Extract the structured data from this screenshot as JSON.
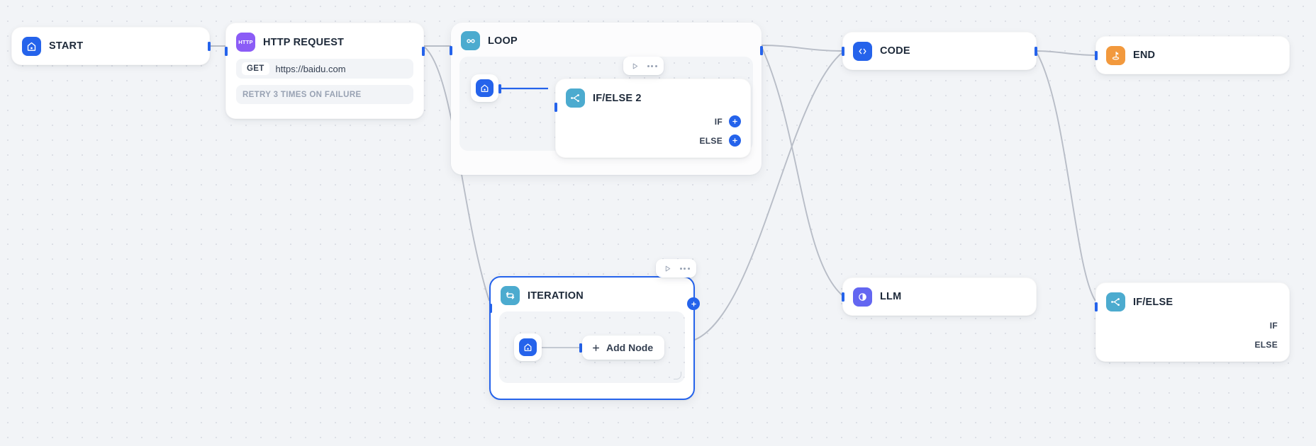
{
  "canvas": {
    "background_color": "#f2f4f7",
    "dot_color": "#dcdfe6",
    "accent_color": "#2563eb",
    "edge_color": "#b8bdc7"
  },
  "nodes": {
    "start": {
      "title": "START",
      "icon": "home-icon",
      "icon_color": "#2563eb"
    },
    "http_request": {
      "title": "HTTP REQUEST",
      "icon": "http-icon",
      "icon_color": "#8b5cf6",
      "icon_text": "HTTP",
      "method": "GET",
      "url": "https://baidu.com",
      "retry": "RETRY 3 TIMES ON FAILURE"
    },
    "loop": {
      "title": "LOOP",
      "icon": "infinity-icon",
      "icon_color": "#4cabcf"
    },
    "if_else_2": {
      "title": "IF/ELSE 2",
      "icon": "branch-icon",
      "icon_color": "#4cabcf",
      "branches": [
        {
          "label": "IF",
          "has_add": true
        },
        {
          "label": "ELSE",
          "has_add": true
        }
      ]
    },
    "iteration": {
      "title": "ITERATION",
      "icon": "loop-refresh-icon",
      "icon_color": "#4cabcf",
      "selected": true,
      "add_node_label": "Add Node"
    },
    "code": {
      "title": "CODE",
      "icon": "code-brackets-icon",
      "icon_color": "#2563eb"
    },
    "end": {
      "title": "END",
      "icon": "flag-goal-icon",
      "icon_color": "#f2993d"
    },
    "llm": {
      "title": "LLM",
      "icon": "llm-circle-icon",
      "icon_color": "#6366f1"
    },
    "if_else": {
      "title": "IF/ELSE",
      "icon": "branch-icon",
      "icon_color": "#4cabcf",
      "branches": [
        {
          "label": "IF",
          "has_add": false
        },
        {
          "label": "ELSE",
          "has_add": false
        }
      ]
    }
  },
  "toolbars": {
    "run_icon": "play-icon",
    "more_icon": "more-horizontal-icon"
  }
}
